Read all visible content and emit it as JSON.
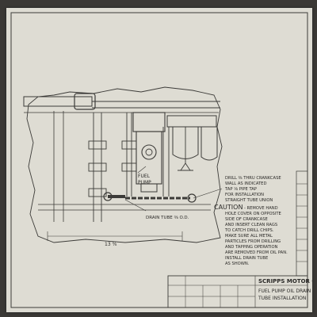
{
  "drawing": {
    "callouts": {
      "fuel_pump": [
        "FUEL",
        "PUMP"
      ],
      "drill_note": [
        "DRILL ⅜ THRU CRANKCASE",
        "WALL AS INDICATED",
        "TAP ⅛ PIPE TAP",
        "FOR INSTALLATION",
        "STRAIGHT TUBE UNION"
      ],
      "caution_title": "CAUTION",
      "caution_body": [
        "- REMOVE HAND",
        "HOLE COVER ON OPPOSITE",
        "SIDE OF CRANKCASE",
        "AND INSERT CLEAN RAGS",
        "TO CATCH DRILL CHIPS.",
        "MAKE SURE ALL METAL",
        "PARTICLES FROM DRILLING",
        "AND TAPPING OPERATION",
        "ARE REMOVED FROM OIL PAN.",
        "INSTALL DRAIN TUBE",
        "AS SHOWN."
      ],
      "drain_tube": "DRAIN TUBE ⅜ O.D.",
      "dimension": "13 ⅜"
    },
    "title_block": {
      "company": "SCRIPPS MOTOR CO",
      "title_line1": "FUEL PUMP OIL DRAIN",
      "title_line2": "TUBE INSTALLATION"
    }
  }
}
